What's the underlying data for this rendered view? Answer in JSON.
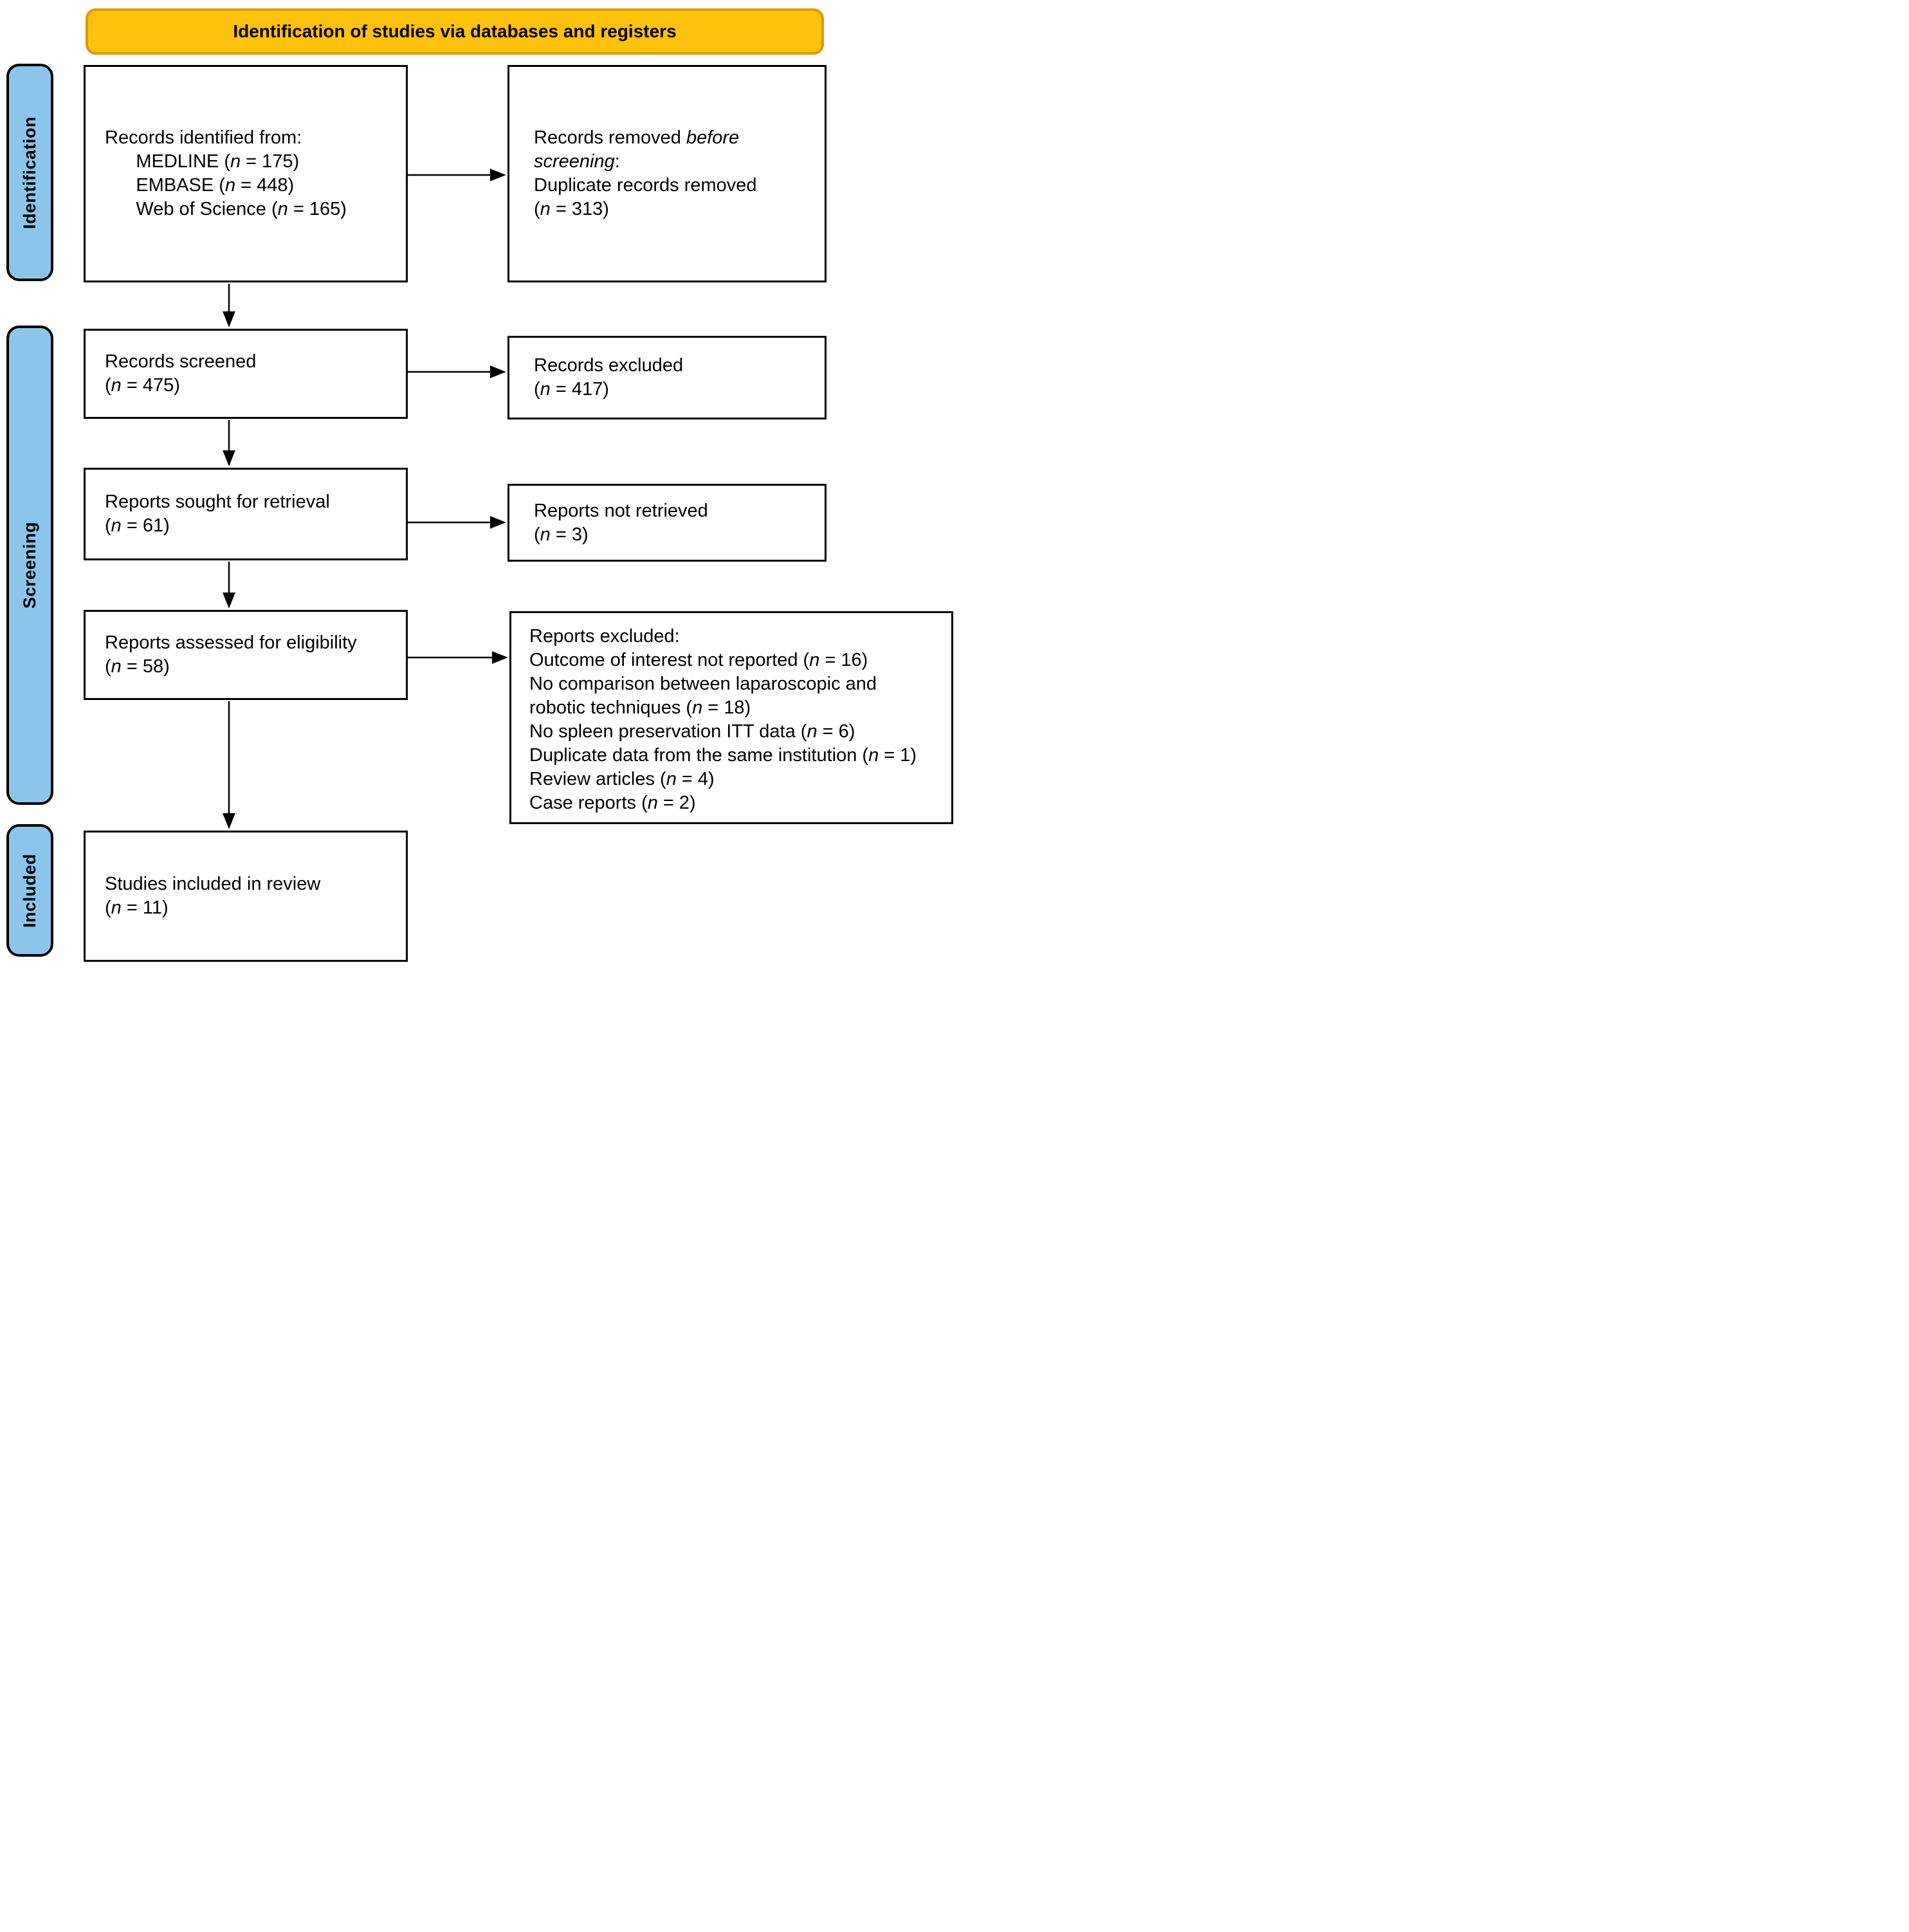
{
  "banner": {
    "label": "Identification of studies via databases and registers"
  },
  "stages": [
    {
      "id": "identification",
      "label": "Identification"
    },
    {
      "id": "screening",
      "label": "Screening"
    },
    {
      "id": "included",
      "label": "Included"
    }
  ],
  "boxes": {
    "records_identified": {
      "lines": [
        "Records identified from:",
        "      MEDLINE (*n* = 175)",
        "      EMBASE (*n* = 448)",
        "      Web of Science (*n* = 165)"
      ]
    },
    "records_removed": {
      "lines": [
        "Records removed *before*",
        "*screening*:",
        "Duplicate records removed",
        "(*n* = 313)"
      ]
    },
    "records_screened": {
      "lines": [
        "Records screened",
        "(*n* = 475)"
      ]
    },
    "records_excluded": {
      "lines": [
        "Records excluded",
        "(*n* = 417)"
      ]
    },
    "reports_sought": {
      "lines": [
        "Reports sought for retrieval",
        "(*n* = 61)"
      ]
    },
    "reports_not_retrieved": {
      "lines": [
        "Reports not retrieved",
        "(*n* = 3)"
      ]
    },
    "reports_assessed": {
      "lines": [
        "Reports assessed for eligibility",
        "(*n* = 58)"
      ]
    },
    "reports_excluded": {
      "lines": [
        "Reports excluded:",
        "Outcome of interest not reported (*n* = 16)",
        "No comparison between laparoscopic and",
        "robotic techniques (*n* = 18)",
        "No spleen preservation ITT data (*n* = 6)",
        "Duplicate data from the same institution (*n* = 1)",
        "Review articles (*n* = 4)",
        "Case reports (*n* = 2)"
      ]
    },
    "studies_included": {
      "lines": [
        "Studies included in review",
        "(*n* = 11)"
      ]
    }
  },
  "colors": {
    "banner_bg": "#FEC20E",
    "banner_border": "#D99C00",
    "stage_bg": "#8CC5EA",
    "stage_border": "#000000",
    "box_border": "#000000",
    "arrow_color": "#000000",
    "text_color": "#000000"
  }
}
